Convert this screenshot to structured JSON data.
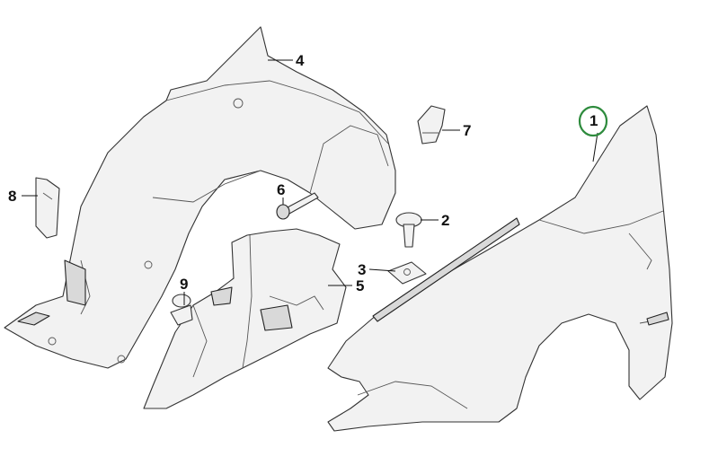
{
  "diagram": {
    "callouts": [
      {
        "id": "1",
        "text": "1",
        "highlighted": true
      },
      {
        "id": "2",
        "text": "2"
      },
      {
        "id": "3",
        "text": "3"
      },
      {
        "id": "4",
        "text": "4"
      },
      {
        "id": "5",
        "text": "5"
      },
      {
        "id": "6",
        "text": "6"
      },
      {
        "id": "7",
        "text": "7"
      },
      {
        "id": "8",
        "text": "8"
      },
      {
        "id": "9",
        "text": "9"
      }
    ],
    "highlight_color": "#2e8b3d"
  }
}
